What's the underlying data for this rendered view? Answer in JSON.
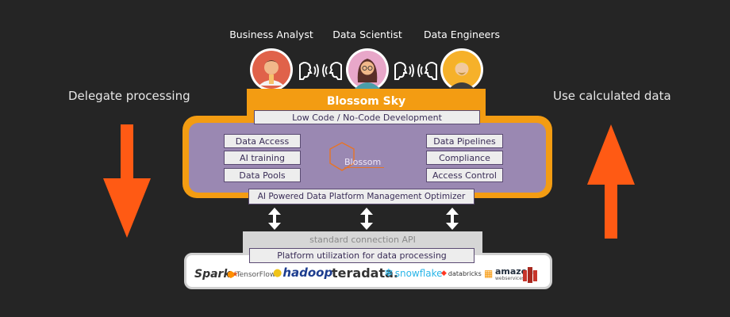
{
  "personas": [
    {
      "label": "Business Analyst",
      "icon": "business-analyst-avatar-icon"
    },
    {
      "label": "Data Scientist",
      "icon": "data-scientist-avatar-icon"
    },
    {
      "label": "Data Engineers",
      "icon": "data-engineer-avatar-icon"
    }
  ],
  "side": {
    "left_label": "Delegate processing",
    "right_label": "Use calculated data"
  },
  "sky": {
    "title": "Blossom Sky",
    "top_box": "Low Code / No-Code Development",
    "left_boxes": [
      "Data Access",
      "AI training",
      "Data Pools"
    ],
    "right_boxes": [
      "Data Pipelines",
      "Compliance",
      "Access Control"
    ],
    "center_logo": "Blossom",
    "bottom_box": "AI Powered Data Platform Management Optimizer"
  },
  "connection": {
    "api_label": "standard connection API",
    "platform_label": "Platform utilization for data processing"
  },
  "logos": [
    {
      "label": "Spark",
      "icon": "spark-logo-icon"
    },
    {
      "label": "TensorFlow",
      "icon": "tensorflow-logo-icon"
    },
    {
      "label": "hadoop",
      "icon": "hadoop-logo-icon"
    },
    {
      "label": "teradata.",
      "icon": "teradata-logo-icon"
    },
    {
      "label": "snowflake",
      "icon": "snowflake-logo-icon"
    },
    {
      "label": "databricks",
      "icon": "databricks-logo-icon"
    },
    {
      "label": "amazon",
      "sub": "webservices",
      "icon": "amazon-web-services-logo-icon"
    }
  ],
  "colors": {
    "background": "#252525",
    "orange": "#f39c12",
    "arrow_orange": "#ff5a14",
    "lilac": "#9a88b2",
    "box_text": "#3a2d57"
  }
}
